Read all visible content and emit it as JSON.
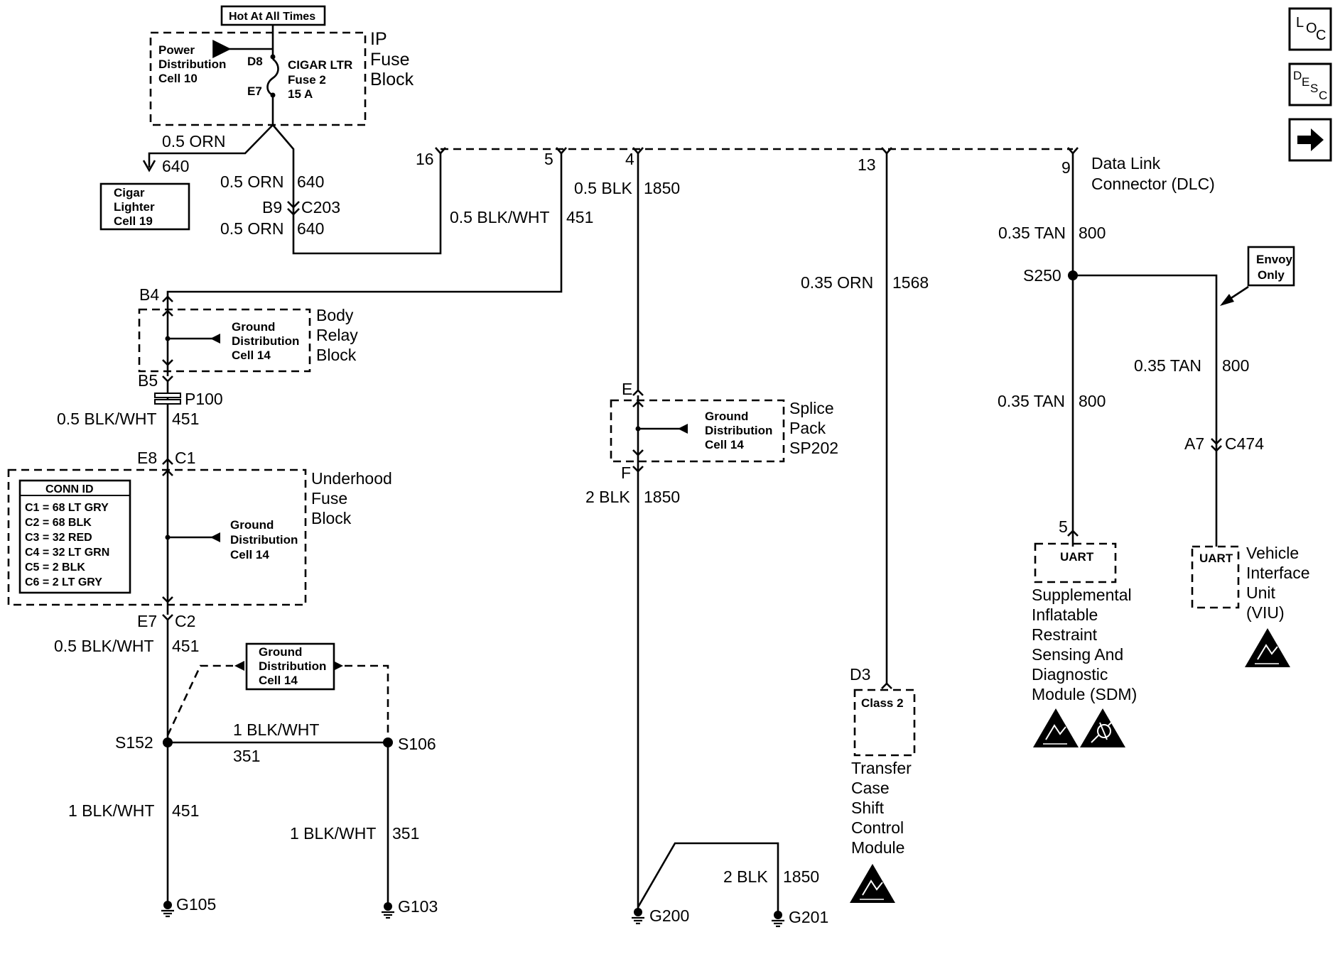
{
  "nav": {
    "loc": {
      "l": "L",
      "o": "O",
      "c": "C"
    },
    "desc": {
      "d": "D",
      "e": "E",
      "s": "S",
      "c": "C"
    },
    "arrow_icon": "right-arrow-icon"
  },
  "ip_fuse_block": {
    "hot_label": "Hot At All Times",
    "title": [
      "IP",
      "Fuse",
      "Block"
    ],
    "power_dist": [
      "Power",
      "Distribution",
      "Cell 10"
    ],
    "pin_top": "D8",
    "pin_bottom": "E7",
    "fuse": [
      "CIGAR LTR",
      "Fuse 2",
      "15 A"
    ]
  },
  "cigar_lighter": {
    "ref": [
      "Cigar",
      "Lighter",
      "Cell 19"
    ],
    "wire_color": "0.5 ORN",
    "wire_num": "640"
  },
  "c203": {
    "wire_top_color": "0.5 ORN",
    "wire_top_num": "640",
    "pin": "B9",
    "name": "C203",
    "wire_bot_color": "0.5 ORN",
    "wire_bot_num": "640"
  },
  "dlc": {
    "pins": [
      "16",
      "5",
      "4",
      "13",
      "9"
    ],
    "title": [
      "Data Link",
      "Connector (DLC)"
    ]
  },
  "wire_451_top": {
    "color": "0.5 BLK/WHT",
    "num": "451"
  },
  "wire_1850_top": {
    "color": "0.5 BLK",
    "num": "1850"
  },
  "body_relay_block": {
    "pin_in": "B4",
    "pin_out": "B5",
    "title": [
      "Body",
      "Relay",
      "Block"
    ],
    "ground_ref": [
      "Ground",
      "Distribution",
      "Cell 14"
    ]
  },
  "p100": {
    "name": "P100",
    "wire_color": "0.5 BLK/WHT",
    "wire_num": "451"
  },
  "underhood_fuse_block": {
    "pin_in": "E8",
    "conn_in": "C1",
    "pin_out": "E7",
    "conn_out": "C2",
    "title": [
      "Underhood",
      "Fuse",
      "Block"
    ],
    "ground_ref": [
      "Ground",
      "Distribution",
      "Cell 14"
    ],
    "conn_id_title": "CONN ID",
    "conn_id": [
      "C1 = 68 LT GRY",
      "C2 = 68 BLK",
      "C3 = 32 RED",
      "C4 = 32 LT GRN",
      "C5 = 2 BLK",
      "C6 = 2 LT GRY"
    ]
  },
  "wire_451_mid": {
    "color": "0.5 BLK/WHT",
    "num": "451"
  },
  "ground_ref_lower": [
    "Ground",
    "Distribution",
    "Cell 14"
  ],
  "s152": {
    "name": "S152"
  },
  "s106": {
    "name": "S106"
  },
  "wire_351": {
    "color": "1 BLK/WHT",
    "num": "351"
  },
  "wire_451_bot": {
    "color": "1 BLK/WHT",
    "num": "451"
  },
  "wire_351_bot": {
    "color": "1 BLK/WHT",
    "num": "351"
  },
  "g105": "G105",
  "g103": "G103",
  "splice_pack": {
    "pin_in": "E",
    "pin_out": "F",
    "title": [
      "Splice",
      "Pack",
      "SP202"
    ],
    "ground_ref": [
      "Ground",
      "Distribution",
      "Cell 14"
    ]
  },
  "wire_1850_bot": {
    "color": "2 BLK",
    "num": "1850"
  },
  "wire_1850_g201": {
    "color": "2 BLK",
    "num": "1850"
  },
  "g200": "G200",
  "g201": "G201",
  "wire_1568": {
    "color": "0.35 ORN",
    "num": "1568"
  },
  "tccm": {
    "pin": "D3",
    "label": "Class 2",
    "title": [
      "Transfer",
      "Case",
      "Shift",
      "Control",
      "Module"
    ]
  },
  "wire_800_top": {
    "color": "0.35 TAN",
    "num": "800"
  },
  "s250": {
    "name": "S250"
  },
  "envoy_note": [
    "Envoy",
    "Only"
  ],
  "wire_800_sdm": {
    "color": "0.35 TAN",
    "num": "800"
  },
  "wire_800_viu": {
    "color": "0.35 TAN",
    "num": "800"
  },
  "c474": {
    "pin": "A7",
    "name": "C474"
  },
  "sdm": {
    "pin": "5",
    "label": "UART",
    "title": [
      "Supplemental",
      "Inflatable",
      "Restraint",
      "Sensing And",
      "Diagnostic",
      "Module (SDM)"
    ]
  },
  "viu": {
    "label": "UART",
    "title": [
      "Vehicle",
      "Interface",
      "Unit",
      "(VIU)"
    ]
  },
  "icons": {
    "esd": "esd-warning-icon",
    "airbag": "airbag-warning-icon",
    "ground": "ground-icon"
  }
}
